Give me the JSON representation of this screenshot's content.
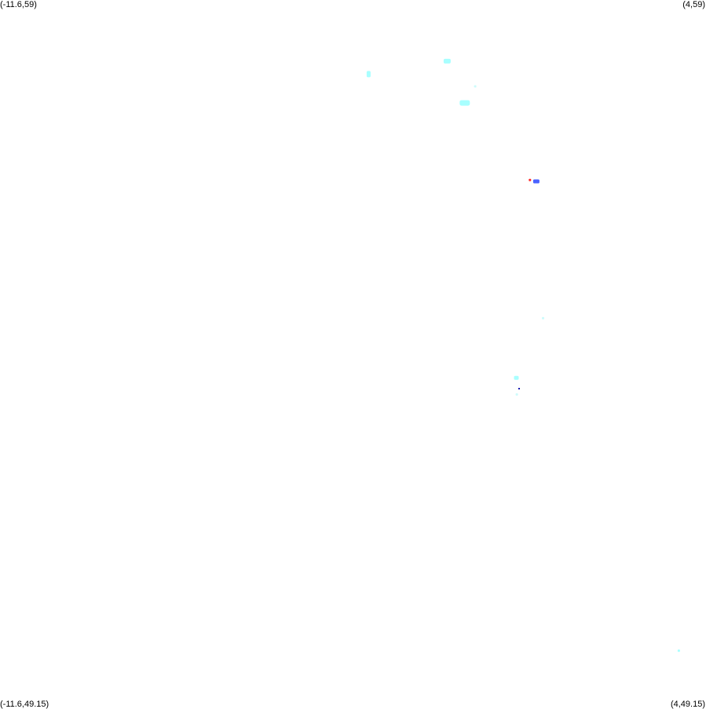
{
  "map": {
    "corners": {
      "top_left": "(-11.6,59)",
      "top_right": "(4,59)",
      "bottom_left": "(-11.6,49.15)",
      "bottom_right": "(4,49.15)"
    },
    "extent": {
      "lon_min": -11.6,
      "lon_max": 4,
      "lat_min": 49.15,
      "lat_max": 59
    },
    "background": "#ffffff",
    "colors": {
      "cyan": "#a8ffff",
      "light_cyan": "#cdfbfb",
      "blue": "#4a63ff",
      "red": "#ff2a2a",
      "dark_blue": "#0000aa"
    },
    "markers": [
      {
        "lon": -3.455,
        "lat": 57.97,
        "color": "cyan",
        "w": 5,
        "h": 8
      },
      {
        "lon": -1.72,
        "lat": 58.15,
        "color": "cyan",
        "w": 9,
        "h": 6
      },
      {
        "lon": -1.1,
        "lat": 57.8,
        "color": "light_cyan",
        "w": 3,
        "h": 3
      },
      {
        "lon": -1.33,
        "lat": 57.57,
        "color": "cyan",
        "w": 13,
        "h": 7
      },
      {
        "lon": 0.25,
        "lat": 56.48,
        "color": "blue",
        "w": 8,
        "h": 5
      },
      {
        "lon": 0.11,
        "lat": 56.5,
        "color": "red",
        "w": 3,
        "h": 3
      },
      {
        "lon": 0.4,
        "lat": 54.58,
        "color": "light_cyan",
        "w": 3,
        "h": 3
      },
      {
        "lon": -0.19,
        "lat": 53.75,
        "color": "cyan",
        "w": 6,
        "h": 5
      },
      {
        "lon": -0.13,
        "lat": 53.6,
        "color": "dark_blue",
        "w": 2,
        "h": 2
      },
      {
        "lon": -0.18,
        "lat": 53.52,
        "color": "light_cyan",
        "w": 3,
        "h": 3
      },
      {
        "lon": 3.4,
        "lat": 49.96,
        "color": "cyan",
        "w": 3,
        "h": 3
      }
    ]
  }
}
